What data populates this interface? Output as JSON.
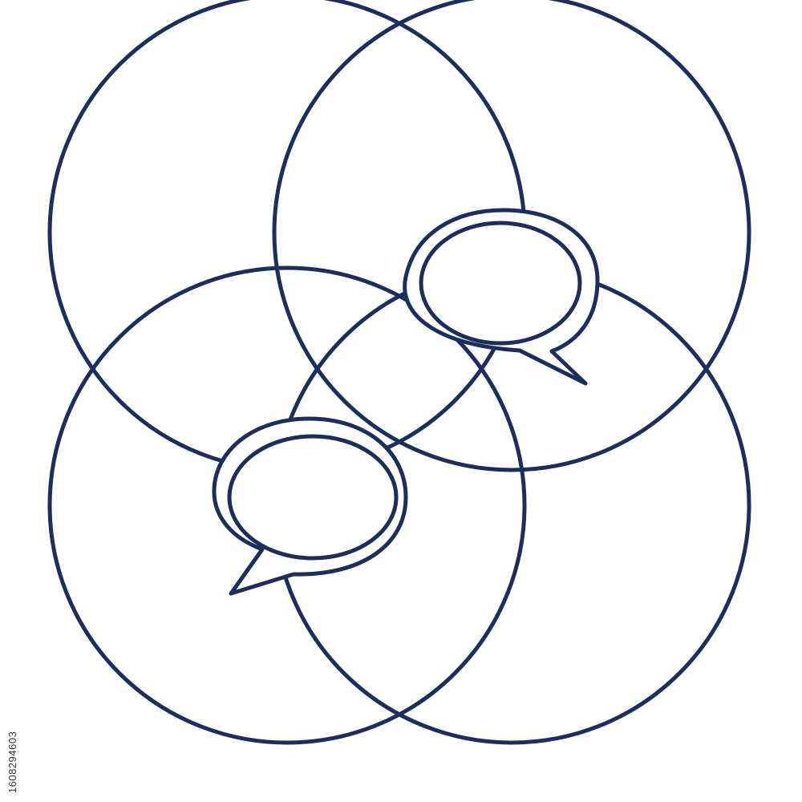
{
  "illustration": {
    "subject": "venn-circles-with-speech-bubbles",
    "stroke_color": "#1c2f5c",
    "background_color": "#ffffff",
    "circle_count": 4,
    "speech_bubble_count": 2,
    "icons": [
      "circle-outline",
      "speech-bubble-icon"
    ]
  },
  "stock_id": "1608294603"
}
